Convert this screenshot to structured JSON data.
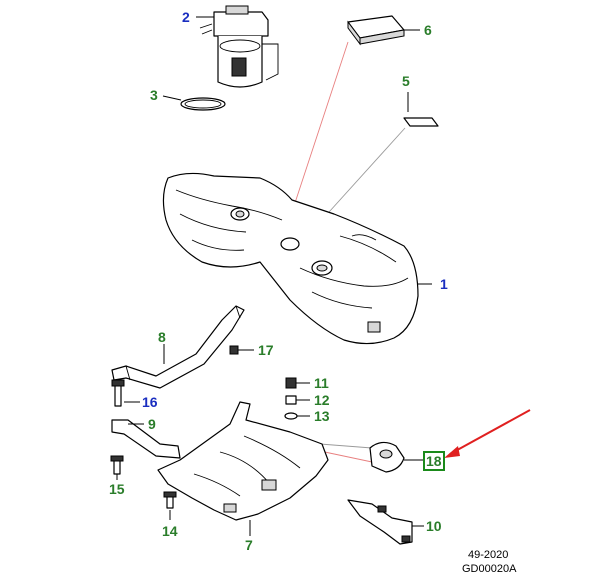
{
  "diagram": {
    "callouts": [
      {
        "id": "1",
        "label": "1",
        "color": "#1a2ec0"
      },
      {
        "id": "2",
        "label": "2",
        "color": "#1a2ec0"
      },
      {
        "id": "3",
        "label": "3",
        "color": "#2a7d2a"
      },
      {
        "id": "5",
        "label": "5",
        "color": "#2a7d2a"
      },
      {
        "id": "6",
        "label": "6",
        "color": "#2a7d2a"
      },
      {
        "id": "7",
        "label": "7",
        "color": "#2a7d2a"
      },
      {
        "id": "8",
        "label": "8",
        "color": "#2a7d2a"
      },
      {
        "id": "9",
        "label": "9",
        "color": "#2a7d2a"
      },
      {
        "id": "10",
        "label": "10",
        "color": "#2a7d2a"
      },
      {
        "id": "11",
        "label": "11",
        "color": "#2a7d2a"
      },
      {
        "id": "12",
        "label": "12",
        "color": "#2a7d2a"
      },
      {
        "id": "13",
        "label": "13",
        "color": "#2a7d2a"
      },
      {
        "id": "14",
        "label": "14",
        "color": "#2a7d2a"
      },
      {
        "id": "15",
        "label": "15",
        "color": "#2a7d2a"
      },
      {
        "id": "16",
        "label": "16",
        "color": "#1a2ec0"
      },
      {
        "id": "17",
        "label": "17",
        "color": "#2a7d2a"
      },
      {
        "id": "18",
        "label": "18",
        "color": "#2a7d2a",
        "highlighted": true
      }
    ],
    "reference": {
      "line1": "49-2020",
      "line2": "GD00020A"
    },
    "colors": {
      "highlight": "#1a8a1a",
      "arrow": "#e02020",
      "callout_green": "#2a7d2a",
      "callout_blue": "#1a2ec0"
    }
  }
}
